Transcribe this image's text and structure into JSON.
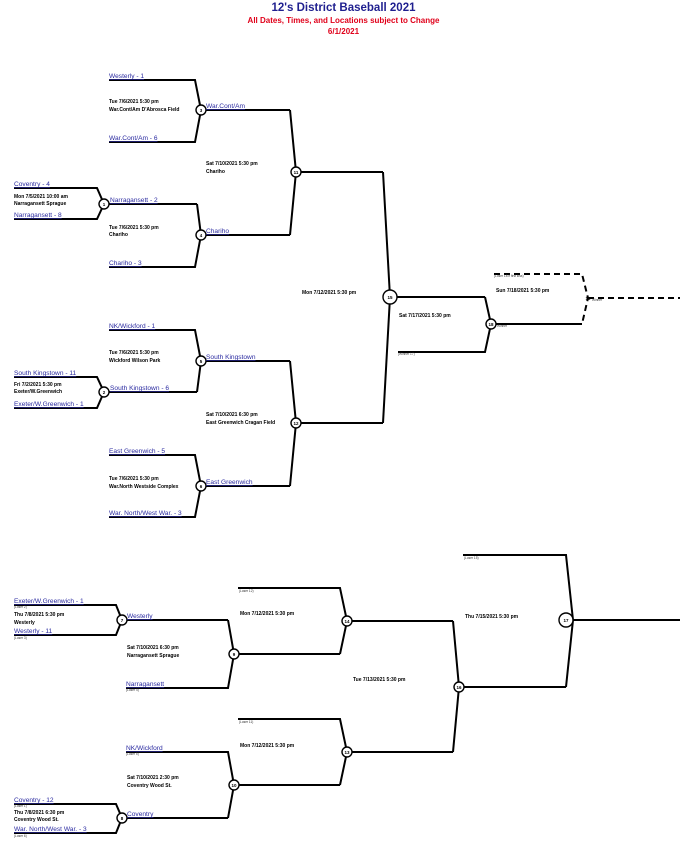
{
  "header": {
    "title": "12's District Baseball 2021",
    "subtitle": "All Dates, Times, and Locations subject to Change",
    "date": "6/1/2021"
  },
  "winners_bracket": {
    "game1": {
      "number": "1",
      "team_top": "Coventry - 4",
      "team_bottom": "Narragansett - 8",
      "datetime": "Mon 7/5/2021 10:00 am",
      "location": "Narragansett Sprague",
      "winner": "Narragansett - 2"
    },
    "game2": {
      "number": "2",
      "team_top": "South Kingstown - 11",
      "team_bottom": "Exeter/W.Greenwich - 1",
      "datetime": "Fri 7/2/2021 5:30 pm",
      "location": "Exeter/W.Greenwich",
      "winner": "South Kingstown - 6"
    },
    "game3": {
      "number": "3",
      "team_top": "Westerly - 1",
      "team_bottom": "War.Cont/Am - 6",
      "datetime": "Tue 7/6/2021 5:30 pm",
      "location": "War.Cont/Am D'Abrosca Field",
      "winner": "War.Cont/Am"
    },
    "game4": {
      "number": "4",
      "team_bottom": "Chariho - 3",
      "datetime": "Tue 7/6/2021 5:30 pm",
      "location": "Chariho",
      "winner": "Chariho"
    },
    "game5": {
      "number": "5",
      "team_top": "NK/Wickford - 1",
      "datetime": "Tue 7/6/2021 5:30 pm",
      "location": "Wickford Wilson Park",
      "winner": "South Kingstown"
    },
    "game6": {
      "number": "6",
      "team_top": "East Greenwich - 5",
      "team_bottom": "War. North/West War. - 3",
      "datetime": "Tue 7/6/2021 5:30 pm",
      "location": "War.North  Westside Complex",
      "winner": "East Greenwich"
    },
    "game11": {
      "number": "11",
      "datetime": "Sat 7/10/2021 5:30 pm",
      "location": "Chariho"
    },
    "game12": {
      "number": "12",
      "datetime": "Sat 7/10/2021 6:30 pm",
      "location": "East Greenwich Cragan Field"
    },
    "game15": {
      "number": "15",
      "datetime": "Mon 7/12/2021 5:30 pm"
    },
    "game18": {
      "number": "18",
      "datetime": "Sat 7/17/2021 5:30 pm",
      "bottom_note": "(Winner 17)"
    },
    "game19": {
      "number": "19",
      "datetime": "Sun 7/18/2021 5:30 pm",
      "top_note": "(Loser 18 if first loss)",
      "winner_note": "Winner"
    },
    "game18_winner_note": "Winner"
  },
  "losers_bracket": {
    "game7": {
      "number": "7",
      "team_top": "Exeter/W.Greenwich - 1",
      "team_top_note": "(Loser 2)",
      "team_bottom": "Westerly - 11",
      "team_bottom_note": "(Loser 3)",
      "datetime": "Thu 7/8/2021 5:30 pm",
      "location": "Westerly",
      "winner": "Westerly"
    },
    "game8": {
      "number": "8",
      "team_top": "Coventry - 12",
      "team_top_note": "(Loser 1)",
      "team_bottom": "War. North/West War. - 3",
      "team_bottom_note": "(Loser 6)",
      "datetime": "Thu 7/8/2021 6:30 pm",
      "location": "Coventry Wood St.",
      "winner": "Coventry"
    },
    "game9": {
      "number": "9",
      "team_bottom": "Narragansett",
      "team_bottom_note": "(Loser 4)",
      "datetime": "Sat 7/10/2021 6:30 pm",
      "location": "Narragansett Sprague"
    },
    "game10": {
      "number": "10",
      "team_top": "NK/Wickford",
      "team_top_note": "(Loser 5)",
      "datetime": "Sat 7/10/2021 2:30 pm",
      "location": "Coventry Wood St."
    },
    "game14": {
      "number": "14",
      "top_note": "(Loser 12)",
      "datetime": "Mon 7/12/2021 5:30 pm"
    },
    "game13": {
      "number": "13",
      "top_note": "(Loser 11)",
      "datetime": "Mon 7/12/2021 5:30 pm"
    },
    "game16": {
      "number": "16",
      "datetime": "Tue 7/13/2021 5:30 pm"
    },
    "game17": {
      "number": "17",
      "top_note": "(Loser 15)",
      "datetime": "Thu 7/15/2021 5:30 pm"
    }
  }
}
